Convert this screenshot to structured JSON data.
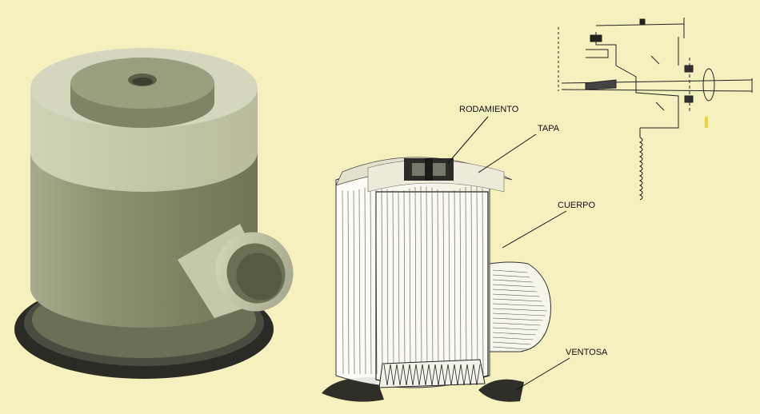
{
  "colors": {
    "background": "#f4f1bf",
    "body_light": "#cfd3b7",
    "body_dark": "#7c8163",
    "base_dark": "#2c2d26",
    "ink": "#1a1a1a",
    "label": "#111111"
  },
  "labels": {
    "rodamiento": "RODAMIENTO",
    "tapa": "TAPA",
    "cuerpo": "CUERPO",
    "ventosa": "VENTOSA"
  }
}
